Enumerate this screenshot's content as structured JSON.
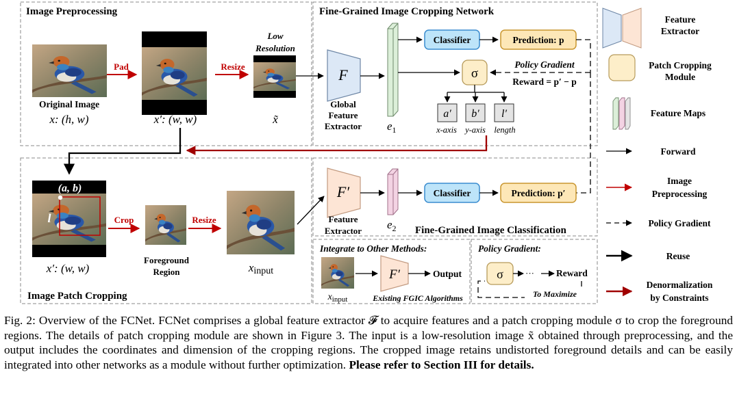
{
  "sections": {
    "preprocessing": "Image Preprocessing",
    "cropping_network": "Fine-Grained Image Cropping Network",
    "patch_cropping": "Image Patch Cropping",
    "classification": "Fine-Grained Image Classification"
  },
  "preprocessing": {
    "pad_label": "Pad",
    "resize_label": "Resize",
    "low_res_label_1": "Low",
    "low_res_label_2": "Resolution",
    "original_label": "Original Image",
    "x_math": "x: (h, w)",
    "xprime_math": "x′: (w, w)",
    "xtilde_math": "x̃"
  },
  "network": {
    "F": "F",
    "global_label_1": "Global",
    "global_label_2": "Feature",
    "global_label_3": "Extractor",
    "e1": "e",
    "e1_sub": "1",
    "classifier": "Classifier",
    "prediction": "Prediction: p",
    "sigma": "σ",
    "policy_gradient": "Policy Gradient",
    "reward": "Reward = p′ − p",
    "a_prime": "a′",
    "b_prime": "b′",
    "l_prime": "l′",
    "x_axis": "x-axis",
    "y_axis": "y-axis",
    "length": "length"
  },
  "patch": {
    "ab_label": "(a, b)",
    "l_label": "l",
    "crop_label": "Crop",
    "resize_label": "Resize",
    "xprime_math": "x′: (w, w)",
    "fg_label_1": "Foreground",
    "fg_label_2": "Region",
    "x_input": "x",
    "x_input_sub": "input"
  },
  "classification": {
    "F_prime": "F′",
    "fe_label_1": "Feature",
    "fe_label_2": "Extractor",
    "e2": "e",
    "e2_sub": "2",
    "classifier": "Classifier",
    "prediction": "Prediction: p′"
  },
  "integrate": {
    "title": "Integrate to Other Methods:",
    "F_prime": "F′",
    "output": "Output",
    "x_input": "x",
    "x_input_sub": "input",
    "existing": "Existing FGIC Algorithms"
  },
  "policy_box": {
    "title": "Policy Gradient:",
    "sigma": "σ",
    "dots": "···",
    "reward": "Reward",
    "maximize": "To Maximize"
  },
  "legend": [
    {
      "label_1": "Feature",
      "label_2": "Extractor"
    },
    {
      "label_1": "Patch Cropping",
      "label_2": "Module"
    },
    {
      "label_1": "Feature Maps",
      "label_2": ""
    },
    {
      "label_1": "Forward",
      "label_2": ""
    },
    {
      "label_1": "Image",
      "label_2": "Preprocessing"
    },
    {
      "label_1": "Policy Gradient",
      "label_2": ""
    },
    {
      "label_1": "Reuse",
      "label_2": ""
    },
    {
      "label_1": "Denormalization",
      "label_2": "by Constraints"
    }
  ],
  "colors": {
    "forward": "#000000",
    "preprocess_arrow": "#c00000",
    "classifier_fill": "#bde4f9",
    "classifier_stroke": "#3a8ccf",
    "prediction_fill": "#fde7b7",
    "prediction_stroke": "#c9962f",
    "extractor_blue": "#dce8f6",
    "extractor_peach": "#fde5d5",
    "module_fill": "#fdeec9",
    "map_green": "#dcefd9",
    "map_pink": "#f3d3e3"
  },
  "caption": {
    "text": "Fig. 2: Overview of the FCNet. FCNet comprises a global feature extractor 𝓕 to acquire features and a patch cropping module σ to crop the foreground regions. The details of patch cropping module are shown in Figure 3. The input is a low-resolution image x̃ obtained through preprocessing, and the output includes the coordinates and dimension of the cropping regions. The cropped image retains undistorted foreground details and can be easily integrated into other networks as a module without further optimization.",
    "bold": "Please refer to Section III for details."
  }
}
